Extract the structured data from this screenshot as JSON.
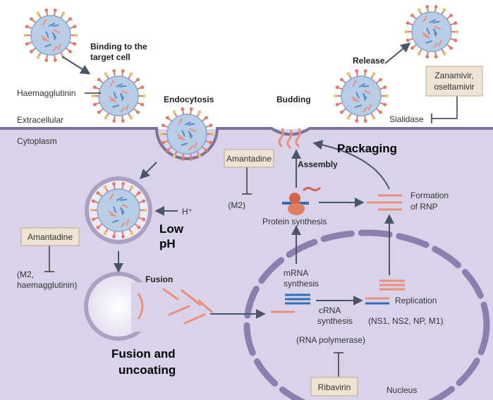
{
  "labels": {
    "binding_1": "Binding to the",
    "binding_2": "target cell",
    "haemagglutinin": "Haemagglutinin",
    "extracellular": "Extracellular",
    "cytoplasm": "Cytoplasm",
    "endocytosis": "Endocytosis",
    "budding": "Budding",
    "release": "Release",
    "sialidase": "Sialidase",
    "packaging": "Packaging",
    "assembly": "Assembly",
    "m2_a": "(M2)",
    "protein_synthesis": "Protein synthesis",
    "formation_1": "Formation",
    "formation_2": "of RNP",
    "h_plus": "H⁺",
    "low_ph_1": "Low",
    "low_ph_2": "pH",
    "m2_b_1": "(M2,",
    "m2_b_2": "haemagglutinin)",
    "fusion": "Fusion",
    "mrna_1": "mRNA",
    "mrna_2": "synthesis",
    "replication": "Replication",
    "crna_1": "cRNA",
    "crna_2": "synthesis",
    "replication_proteins": "(NS1, NS2, NP, M1)",
    "rna_polymerase": "(RNA polymerase)",
    "fusion_uncoating_1": "Fusion and",
    "fusion_uncoating_2": "uncoating",
    "nucleus": "Nucleus"
  },
  "drugs": {
    "amantadine_top": "Amantadine",
    "amantadine_left": "Amantadine",
    "zanamivir_1": "Zanamivir,",
    "zanamivir_2": "oseltamivir",
    "ribavirin": "Ribavirin"
  },
  "colors": {
    "cytoplasm": "#d9d3ea",
    "membrane": "#7d7396",
    "virus_body": "#b8cde6",
    "spike": "#e07a66",
    "drug_box": "#efe3d3",
    "rna_pink": "#e9907c",
    "rna_blue": "#2f6fb2",
    "nucleus_envelope": "#8c7fb0"
  }
}
